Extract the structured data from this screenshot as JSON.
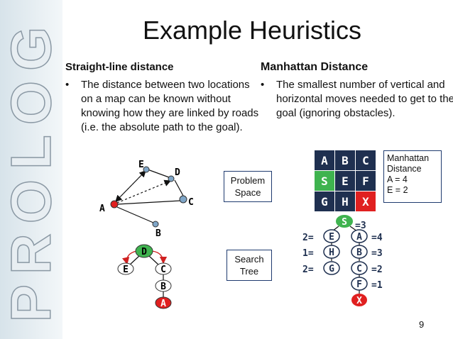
{
  "sidebar": {
    "brand": "PROLOG"
  },
  "title": "Example Heuristics",
  "left": {
    "heading": "Straight-line distance",
    "bullet": "The distance between two locations on a map can be known without knowing how they are linked by roads (i.e. the absolute path to the goal)."
  },
  "right": {
    "heading": "Manhattan Distance",
    "bullet": "The smallest number of vertical and horizontal moves needed to get to the goal (ignoring obstacles)."
  },
  "map": {
    "nodes": [
      "E",
      "D",
      "C",
      "A",
      "B"
    ]
  },
  "labels": {
    "problem_space": "Problem Space",
    "search_tree": "Search Tree"
  },
  "left_tree": {
    "root": "D",
    "left": "E",
    "right": "C",
    "child": "B",
    "goal": "A"
  },
  "grid": {
    "cells": [
      "A",
      "B",
      "C",
      "S",
      "E",
      "F",
      "G",
      "H",
      "X"
    ]
  },
  "legend": {
    "line1": "Manhattan",
    "line2": "Distance",
    "line3": "A = 4",
    "line4": "E = 2"
  },
  "right_tree": {
    "root": "S",
    "root_value": "=3",
    "left_nodes": [
      "E",
      "H",
      "G"
    ],
    "left_values": [
      "2=",
      "1=",
      "2="
    ],
    "right_nodes": [
      "A",
      "B",
      "C",
      "F"
    ],
    "right_values": [
      "=4",
      "=3",
      "=2",
      "=1"
    ],
    "goal": "X"
  },
  "page_number": "9",
  "colors": {
    "node_green": "#3fb34f",
    "node_red": "#e02020",
    "node_dark": "#1f3050",
    "box_border": "#1f3b6f",
    "tree_ellipse": "#ffffff"
  }
}
